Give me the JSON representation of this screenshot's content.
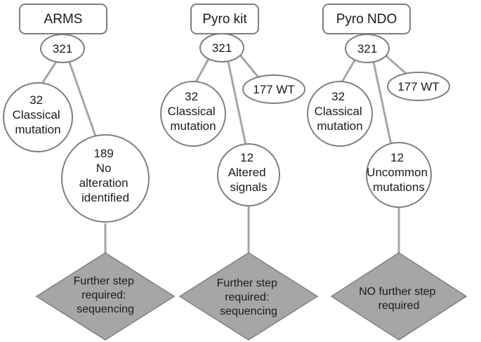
{
  "colors": {
    "edge": "#a6a6a6",
    "outline": "#7f7f7f",
    "diamond_fill": "#a6a6a6",
    "text": "#1a1a1a"
  },
  "columns": [
    {
      "method": "ARMS",
      "total": "321",
      "classical": [
        "32",
        "Classical",
        "mutation"
      ],
      "result": [
        "189",
        "No",
        "alteration",
        "identified"
      ],
      "outcome": [
        "Further step",
        "required:",
        "sequencing"
      ]
    },
    {
      "method": "Pyro kit",
      "total": "321",
      "wt": "177 WT",
      "classical": [
        "32",
        "Classical",
        "mutation"
      ],
      "result": [
        "12",
        "Altered",
        "signals"
      ],
      "outcome": [
        "Further step",
        "required:",
        "sequencing"
      ]
    },
    {
      "method": "Pyro NDO",
      "total": "321",
      "wt": "177 WT",
      "classical": [
        "32",
        "Classical",
        "mutation"
      ],
      "result": [
        "12",
        "Uncommon",
        "mutations"
      ],
      "outcome": [
        "NO further step",
        "required"
      ]
    }
  ]
}
